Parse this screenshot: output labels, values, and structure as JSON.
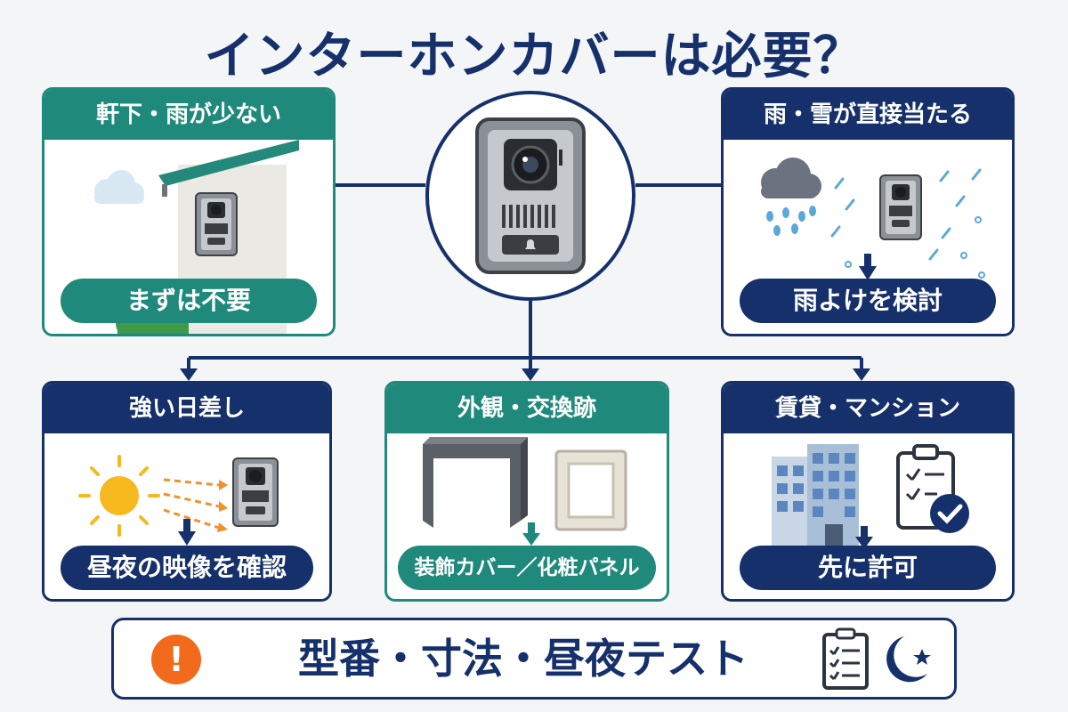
{
  "title": "インターホンカバーは必要？",
  "colors": {
    "navy": "#16306b",
    "teal": "#1f8a7c",
    "warning": "#f26a1b",
    "background": "#f4f5f7"
  },
  "center": {
    "icon": "intercom-icon"
  },
  "panels": [
    {
      "id": "eaves",
      "heading": "軒下・雨が少ない",
      "result": "まずは不要",
      "color": "teal",
      "icons": [
        "cloud-icon",
        "house-eave-icon",
        "intercom-icon",
        "bush-icon",
        "arrow-down-icon"
      ]
    },
    {
      "id": "rain-snow",
      "heading": "雨・雪が直接当たる",
      "result": "雨よけを検討",
      "color": "navy",
      "icons": [
        "rain-cloud-icon",
        "snow-icon",
        "intercom-icon",
        "arrow-down-icon"
      ]
    },
    {
      "id": "sunlight",
      "heading": "強い日差し",
      "result": "昼夜の映像を確認",
      "color": "navy",
      "icons": [
        "sun-icon",
        "sun-rays-icon",
        "intercom-icon",
        "arrow-down-icon"
      ]
    },
    {
      "id": "appearance",
      "heading": "外観・交換跡",
      "result": "装飾カバー／化粧パネル",
      "color": "teal",
      "icons": [
        "cover-hood-icon",
        "decorative-panel-icon",
        "arrow-down-icon"
      ]
    },
    {
      "id": "rental",
      "heading": "賃貸・マンション",
      "result": "先に許可",
      "color": "navy",
      "icons": [
        "apartment-building-icon",
        "clipboard-check-icon",
        "arrow-down-icon"
      ]
    }
  ],
  "bottom": {
    "icon": "warning-icon",
    "symbol": "!",
    "text": "型番・寸法・昼夜テスト",
    "icons": [
      "checklist-icon",
      "moon-star-icon"
    ]
  }
}
